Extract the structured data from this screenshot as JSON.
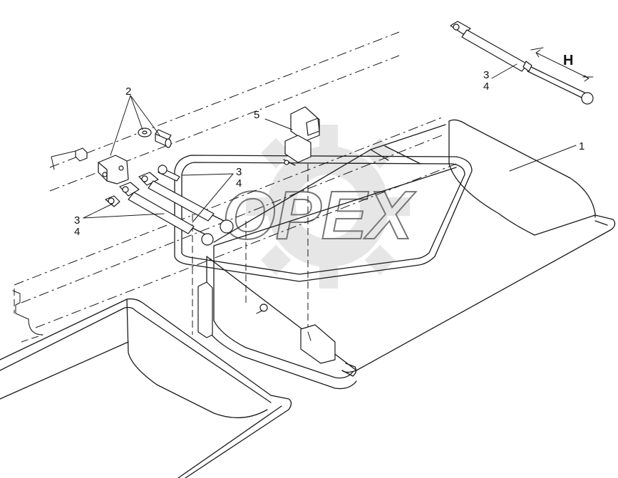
{
  "diagram": {
    "watermark": "OPEX",
    "labels": {
      "item_1": "1",
      "item_2": "2",
      "item_3_upper": "3",
      "item_4_upper": "4",
      "item_3_mid": "3",
      "item_4_mid": "4",
      "item_3_left": "3",
      "item_4_left": "4",
      "item_5": "5",
      "dimension_h": "H"
    }
  }
}
